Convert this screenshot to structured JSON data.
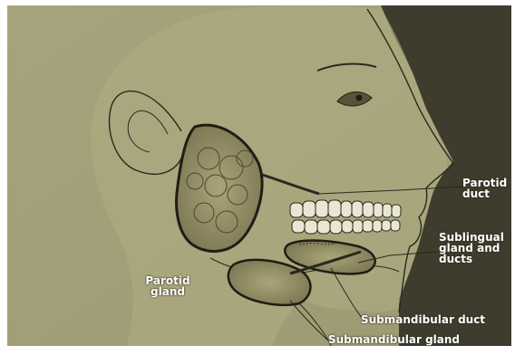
{
  "labels": {
    "parotid_duct": {
      "line1": "Parotid",
      "line2": "duct"
    },
    "sublingual": {
      "line1": "Sublingual",
      "line2": "gland and",
      "line3": "ducts"
    },
    "parotid_gland": {
      "line1": "Parotid",
      "line2": "gland"
    },
    "submandibular_duct": "Submandibular duct",
    "submandibular_gland": "Submandibular gland"
  },
  "colors": {
    "background_print": "#a9a77e",
    "dark_backdrop": "#3e3c2c",
    "gland_fill": "#9a9468",
    "outline": "#2a281d",
    "label_text": "#ffffff"
  }
}
